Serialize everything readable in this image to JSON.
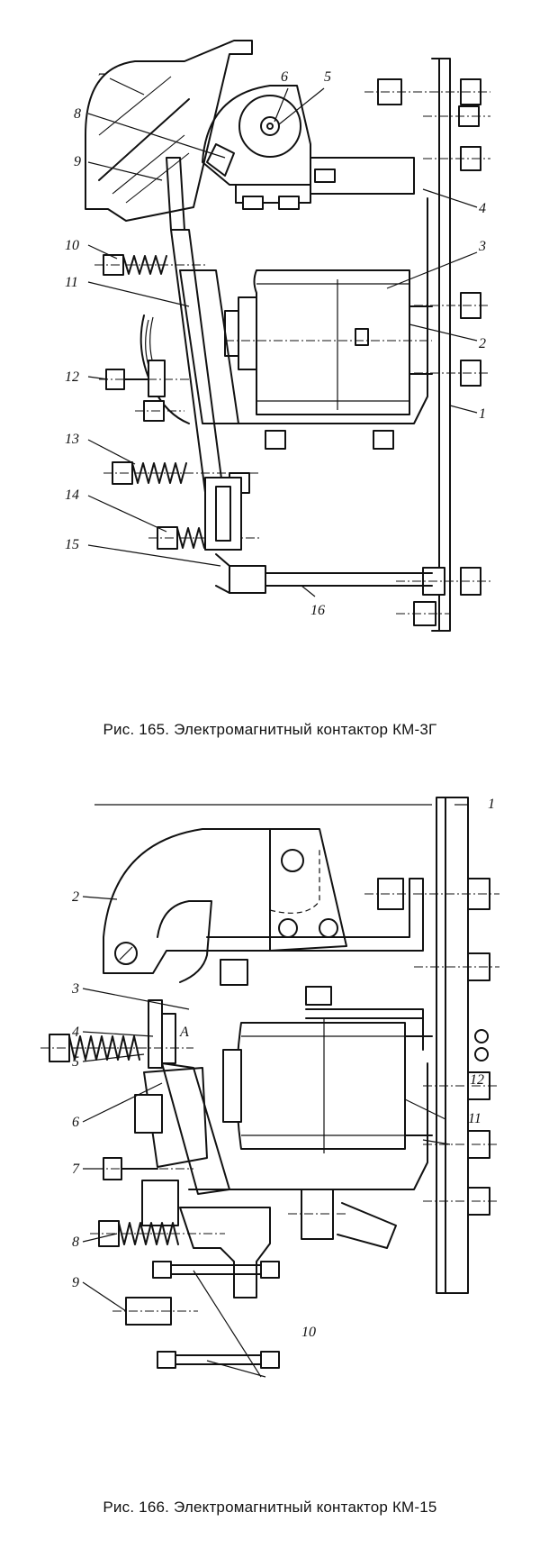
{
  "figure1": {
    "caption": "Рис. 165. Электромагнитный контактор КМ-3Г",
    "callouts": [
      "1",
      "2",
      "3",
      "4",
      "5",
      "6",
      "7",
      "8",
      "9",
      "10",
      "11",
      "12",
      "13",
      "14",
      "15",
      "16"
    ]
  },
  "figure2": {
    "caption": "Рис. 166. Электромагнитный контактор КМ-15",
    "callouts": [
      "1",
      "2",
      "3",
      "4",
      "5",
      "6",
      "7",
      "8",
      "9",
      "10",
      "11",
      "12"
    ],
    "marker": "A"
  }
}
